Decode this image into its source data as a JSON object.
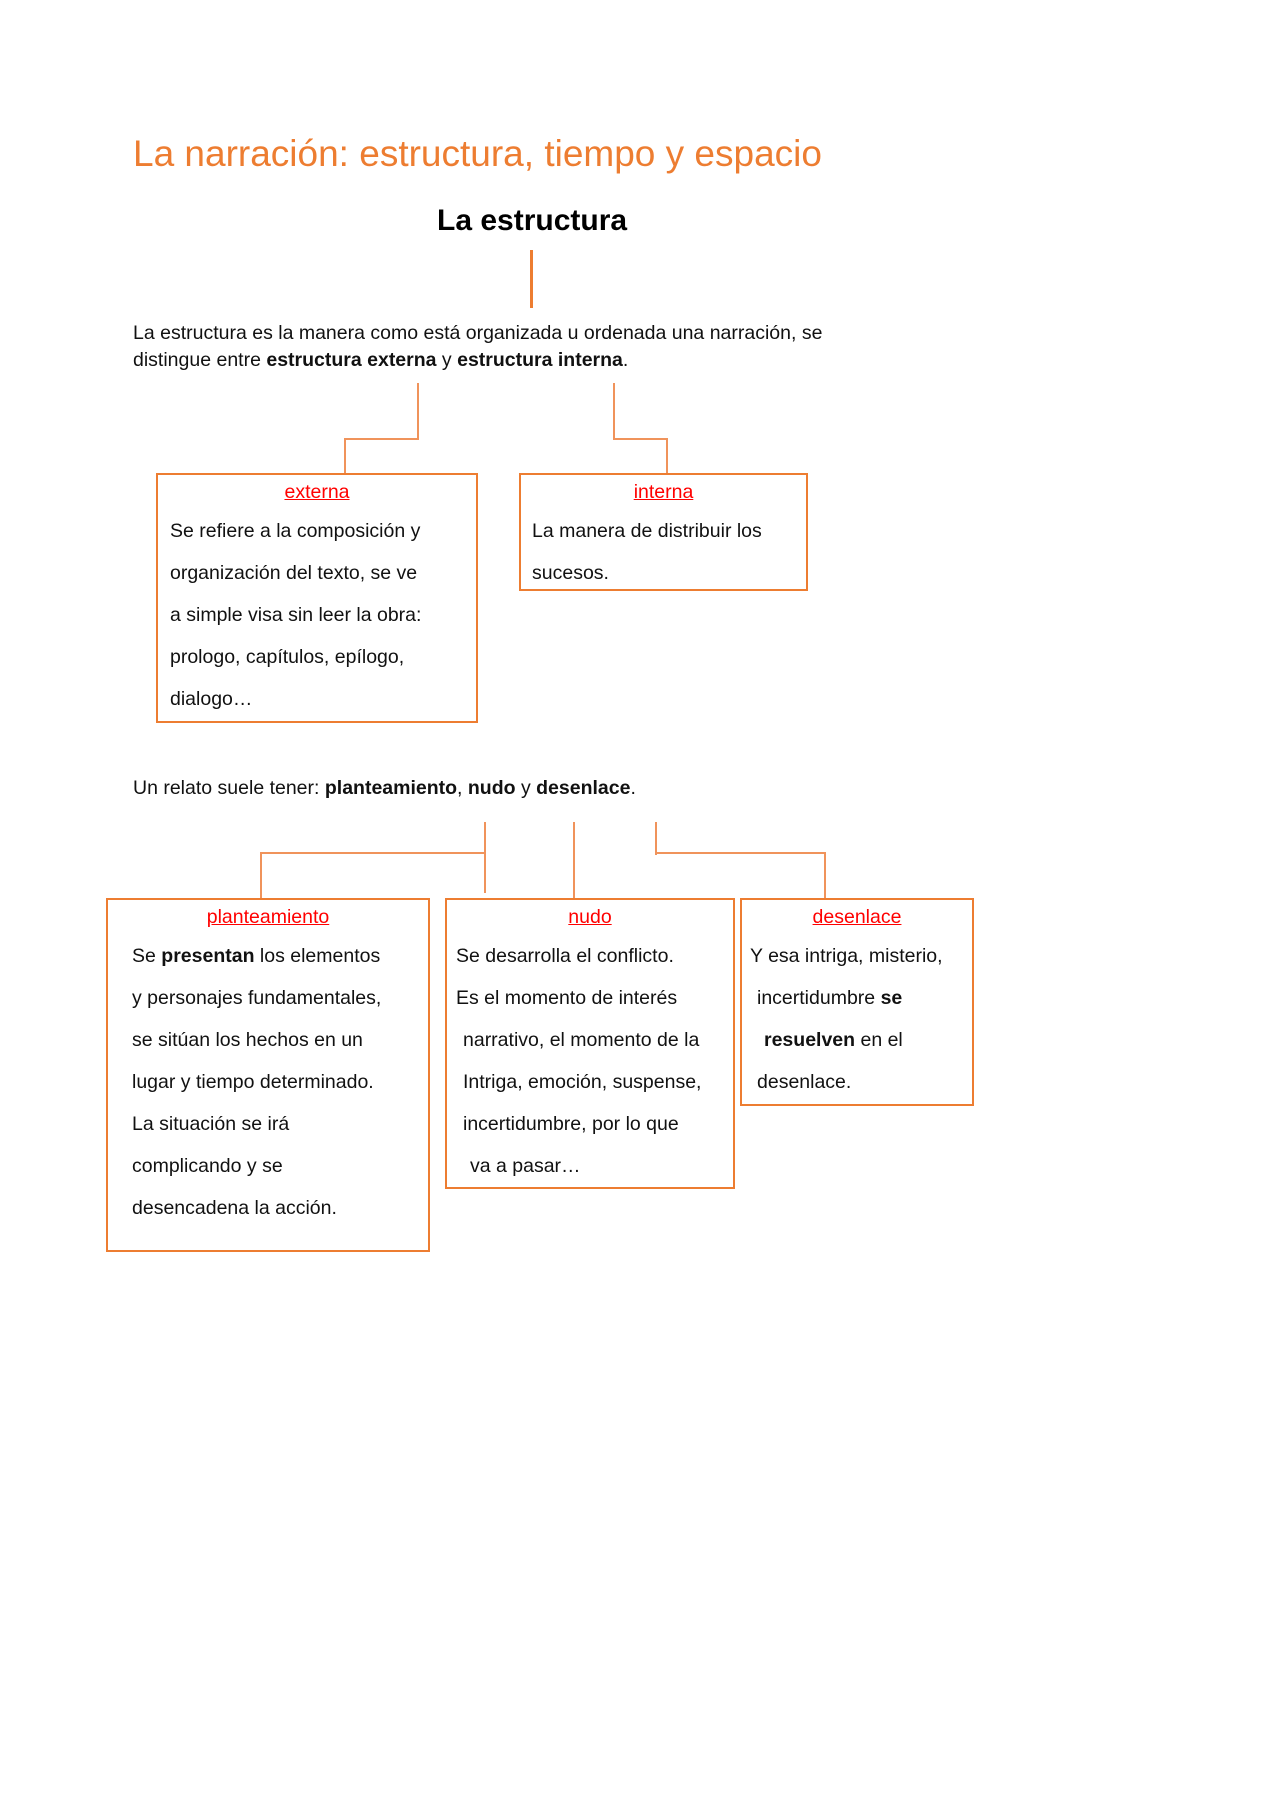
{
  "document": {
    "title": "La narración: estructura, tiempo y espacio",
    "subtitle": "La estructura"
  },
  "intro": {
    "line1_a": "La estructura es la manera como está organizada u ordenada una narración, se",
    "line2_a": "distingue entre ",
    "line2_bold1": "estructura externa",
    "line2_b": " y ",
    "line2_bold2": "estructura interna",
    "line2_c": "."
  },
  "relato": {
    "a": "Un relato suele tener: ",
    "bold1": "planteamiento",
    "b": ", ",
    "bold2": "nudo",
    "c": " y ",
    "bold3": "desenlace",
    "d": "."
  },
  "boxes": {
    "externa": {
      "title": "externa",
      "lines": [
        "Se refiere a la composición y",
        "organización del texto, se ve",
        "a simple visa sin leer la obra:",
        "prologo, capítulos, epílogo,",
        "dialogo…"
      ]
    },
    "interna": {
      "title": "interna",
      "lines": [
        "La manera de distribuir los",
        "sucesos."
      ]
    },
    "planteamiento": {
      "title": "planteamiento ",
      "line1_a": "Se ",
      "line1_bold": "presentan",
      "line1_b": " los elementos",
      "lines_rest": [
        "y personajes fundamentales,",
        "se sitúan los hechos en un",
        "lugar y tiempo determinado.",
        "La situación se irá",
        "complicando y se",
        "desencadena la acción."
      ]
    },
    "nudo": {
      "title": "nudo",
      "lines": [
        "Se desarrolla el conflicto.",
        "Es el momento de interés",
        "narrativo, el momento de la",
        "Intriga, emoción, suspense,",
        "incertidumbre, por lo que",
        "va a pasar…"
      ]
    },
    "desenlace": {
      "title": "desenlace",
      "line1": "Y esa intriga, misterio,",
      "line2_a": "incertidumbre ",
      "line2_bold": "se",
      "line3_bold": "resuelven",
      "line3_b": " en el",
      "line4": "desenlace."
    }
  },
  "colors": {
    "title_orange": "#ED7D31",
    "heading_red": "#FF0000",
    "border_orange": "#ED7D31",
    "text_black": "#111111"
  }
}
